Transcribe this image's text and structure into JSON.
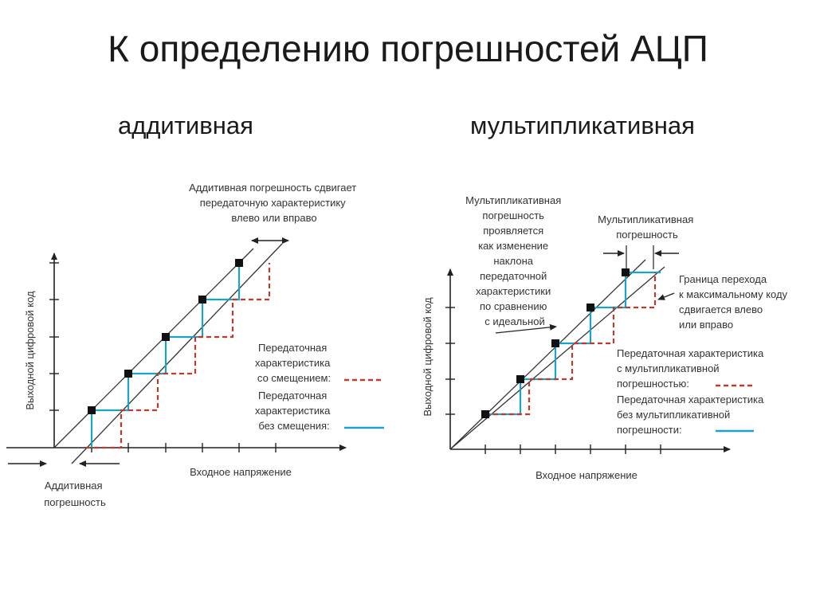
{
  "title": "К определению погрешностей АЦП",
  "subtitles": {
    "left": "аддитивная",
    "right": "мультипликативная"
  },
  "colors": {
    "shifted": "#c0392b",
    "ideal": "#1aa3c8",
    "axis": "#222222"
  },
  "left_diagram": {
    "y_axis_label": "Выходной цифровой код",
    "x_axis_label": "Входное напряжение",
    "top_note": [
      "Аддитивная погрешность сдвигает",
      "передаточную характеристику",
      "влево или вправо"
    ],
    "bottom_note": [
      "Аддитивная",
      "погрешность"
    ],
    "legend_shifted": [
      "Передаточная",
      "характеристика",
      "со смещением:"
    ],
    "legend_ideal": [
      "Передаточная",
      "характеристика",
      "без смещения:"
    ]
  },
  "right_diagram": {
    "y_axis_label": "Выходной цифровой код",
    "x_axis_label": "Входное напряжение",
    "slope_note": [
      "Мультипликативная",
      "погрешность",
      "проявляется",
      "как изменение",
      "наклона",
      "передаточной",
      "характеристики",
      "по сравнению",
      "с идеальной"
    ],
    "mult_note": [
      "Мультипликативная",
      "погрешность"
    ],
    "boundary_note": [
      "Граница перехода",
      "к максимальному коду",
      "сдвигается влево",
      "или вправо"
    ],
    "legend_mult": [
      "Передаточная характеристика",
      "с мультипликативной",
      "погрешностью:"
    ],
    "legend_ideal": [
      "Передаточная характеристика",
      "без мультипликативной",
      "погрешности:"
    ]
  }
}
